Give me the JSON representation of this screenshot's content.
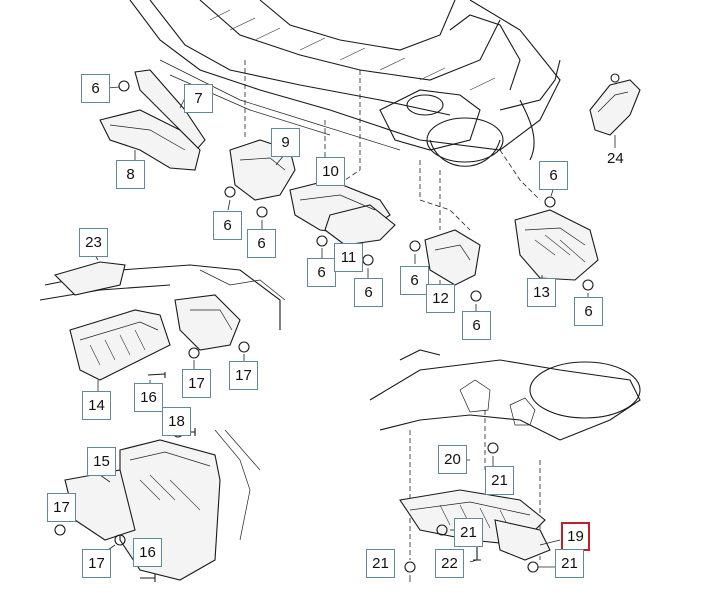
{
  "diagram": {
    "callouts": [
      {
        "id": "c6a",
        "label": "6"
      },
      {
        "id": "c7",
        "label": "7"
      },
      {
        "id": "c8",
        "label": "8"
      },
      {
        "id": "c9",
        "label": "9"
      },
      {
        "id": "c10",
        "label": "10"
      },
      {
        "id": "c6b",
        "label": "6"
      },
      {
        "id": "c6c",
        "label": "6"
      },
      {
        "id": "c6d",
        "label": "6"
      },
      {
        "id": "c11",
        "label": "11"
      },
      {
        "id": "c6e",
        "label": "6"
      },
      {
        "id": "c6f",
        "label": "6"
      },
      {
        "id": "c12",
        "label": "12"
      },
      {
        "id": "c6g",
        "label": "6"
      },
      {
        "id": "c6h",
        "label": "6"
      },
      {
        "id": "c13",
        "label": "13"
      },
      {
        "id": "c6i",
        "label": "6"
      },
      {
        "id": "c23",
        "label": "23"
      },
      {
        "id": "c14",
        "label": "14"
      },
      {
        "id": "c16a",
        "label": "16"
      },
      {
        "id": "c17a",
        "label": "17"
      },
      {
        "id": "c17b",
        "label": "17"
      },
      {
        "id": "c18",
        "label": "18"
      },
      {
        "id": "c15",
        "label": "15"
      },
      {
        "id": "c17c",
        "label": "17"
      },
      {
        "id": "c17d",
        "label": "17"
      },
      {
        "id": "c16b",
        "label": "16"
      },
      {
        "id": "c20",
        "label": "20"
      },
      {
        "id": "c21a",
        "label": "21"
      },
      {
        "id": "c21b",
        "label": "21"
      },
      {
        "id": "c19",
        "label": "19",
        "selected": true
      },
      {
        "id": "c21c",
        "label": "21"
      },
      {
        "id": "c22",
        "label": "22"
      },
      {
        "id": "c21d",
        "label": "21"
      }
    ],
    "plain_labels": [
      {
        "id": "l24",
        "label": "24"
      }
    ],
    "colors": {
      "callout_border": "#5e8a9c",
      "selected_border": "#c0202a",
      "ink": "#1a1a1a"
    }
  }
}
